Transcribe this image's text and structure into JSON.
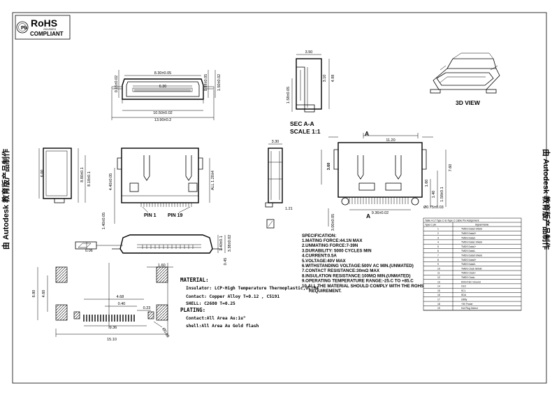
{
  "logo": {
    "main": "RoHS",
    "small": "2011/65/EU",
    "sub": "COMPLIANT"
  },
  "dims": {
    "top_8_30": "8.30±0.05",
    "top_6_30": "6.30",
    "top_0_15": "0.15±0.02",
    "top_0_89": "0.89±0.05",
    "top_1_50": "1.50±0.02",
    "top_10_50": "10.50±0.02",
    "top_13_90": "13.90±0.2",
    "side_3_50": "3.50",
    "side_3_10": "3.10",
    "side_4_98": "4.98",
    "side_1_58": "1.58±0.05",
    "front_6_00": "6.00",
    "front_8_80": "8.80±0.1",
    "front_8_18": "8.18±0.1",
    "front_4_40": "4.40±0.05",
    "front_1_40": "1.40±0.05",
    "front_all": "ALL 1.20±4",
    "sec_3_30": "3.30",
    "sec_1_21": "1.21",
    "right_11_20": "11.20",
    "right_3_60": "3.60",
    "right_9_36": "9.36±0.02",
    "right_3_00": "3.00±0.05",
    "right_0_75": "Ø0.75±0.03",
    "right_1_40": "1.40",
    "right_1_60": "1.60",
    "right_1_58": "1.58±0.1",
    "right_7_60": "7.60",
    "bot_0_06": "0.06",
    "bot_1_40": "1.40±0.1",
    "bot_3_38": "3.38±0.02",
    "bot_0_45": "0.45",
    "fp_1_60": "1.60",
    "fp_4_68": "4.68",
    "fp_0_40": "0.40",
    "fp_0_23": "0.23",
    "fp_9_36": "9.36",
    "fp_15_10": "15.10",
    "fp_6_80": "6.80",
    "fp_4_60": "4.60",
    "fp_0_80": "Ø0.80"
  },
  "labels": {
    "pin1": "PIN 1",
    "pin19": "PIN 19",
    "sec": "SEC   A-A",
    "scale": "SCALE  1:1",
    "view3d": "3D VIEW",
    "a_top": "A",
    "a_bottom": "A",
    "side_left": "由 Autodesk 教育版产品制作",
    "side_right": "由 Autodesk 教育版产品制作"
  },
  "spec": {
    "title": "SPECIFICATION:",
    "items": [
      "1.MATING FORCE:44.1N MAX",
      "2.UNMATING FORCE:7-39N",
      "3.DURABILITY: 5000 CYCLES MIN",
      "4.CURRENT:0.5A",
      "5.VOLTAGE:40V MAX",
      "6.WITHSTANDING VOLTAGE:500V AC MIN.(UNMATED)",
      "7.CONTACT RESISTANCE:30mΩ MAX",
      "8.INSULATION RESISTANCE:100MΩ MIN.(UNMATED)",
      "9.OPERATING TEMPERATURE RANGE:-25.C TO +85.C",
      "10.ALL THE MATERIAL SHOULD COMPLY WITH THE ROHS",
      "REQUIREMENT."
    ]
  },
  "material": {
    "title": "MATERIAL:",
    "insulator": "Insulator: LCP-High Temperature Thermoplastic,UL-94",
    "contact": "Contact: Copper Alloy T=0.12 , C5191",
    "shell": "SHELL: C2680 T=0.25",
    "plating_title": "PLATING:",
    "plating_contact": "Contact:All Area Au:1u\"",
    "plating_shell": "shell:All Area Au Gold flash"
  },
  "table": {
    "title": "Table 4-17 Type C-to-Type C Cable Pin Assignment",
    "col1": "Type C pin",
    "col2": "Signal Name",
    "rows": [
      [
        "1",
        "TMDS Data2 Shield"
      ],
      [
        "2",
        "TMDS Data2+"
      ],
      [
        "3",
        "TMDS Data2-"
      ],
      [
        "4",
        "TMDS Data1 Shield"
      ],
      [
        "5",
        "TMDS Data1+"
      ],
      [
        "6",
        "TMDS Data1-"
      ],
      [
        "7",
        "TMDS Data0 Shield"
      ],
      [
        "8",
        "TMDS Data0+"
      ],
      [
        "9",
        "TMDS Data0-"
      ],
      [
        "10",
        "TMDS Clock Shield"
      ],
      [
        "11",
        "TMDS Clock+"
      ],
      [
        "12",
        "TMDS Clock-"
      ],
      [
        "13",
        "DDC/CEC Ground"
      ],
      [
        "14",
        "CEC"
      ],
      [
        "15",
        "SCL"
      ],
      [
        "16",
        "SDA"
      ],
      [
        "17",
        "Utility"
      ],
      [
        "18",
        "+5V Power"
      ],
      [
        "19",
        "Hot Plug Detect"
      ]
    ]
  }
}
